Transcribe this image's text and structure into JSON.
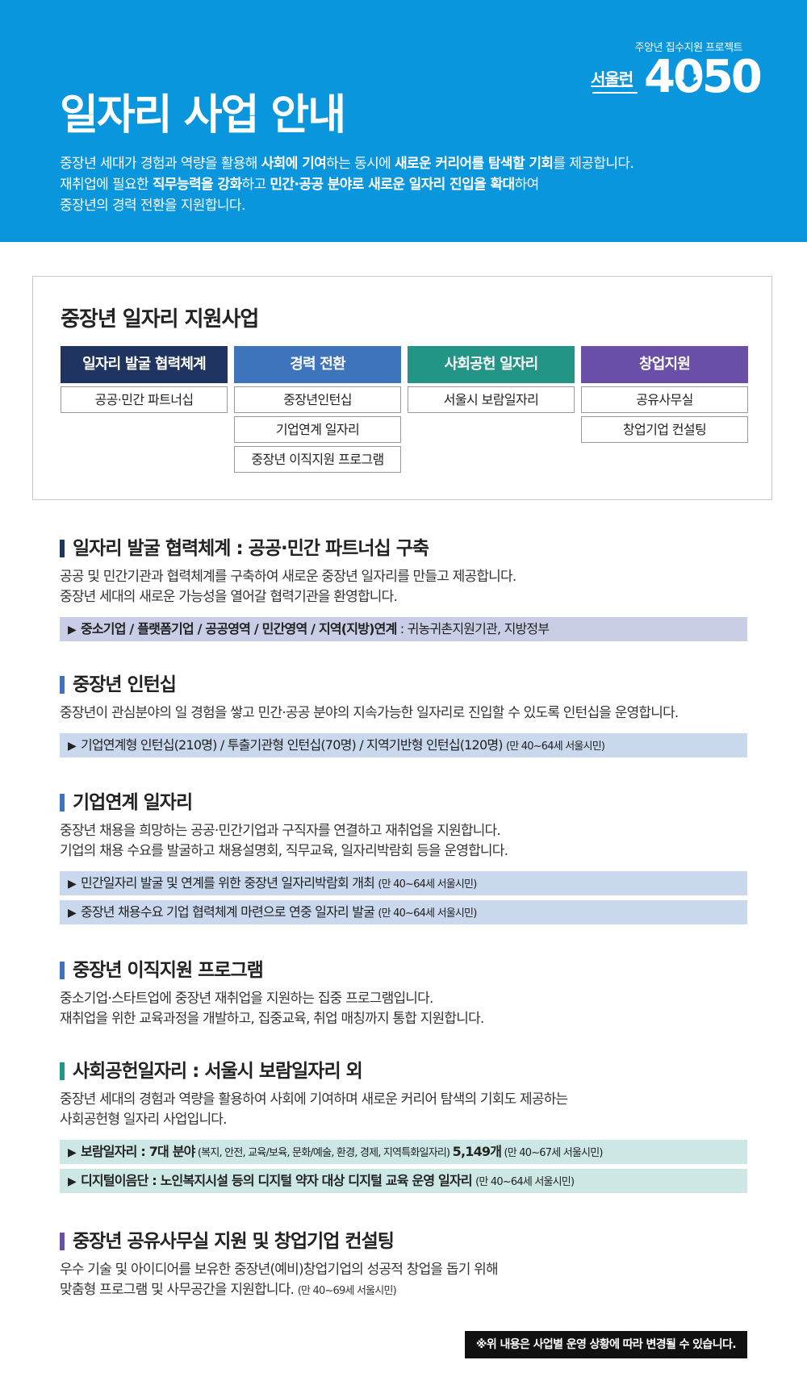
{
  "colors": {
    "hero_bg": "#0a96dd",
    "navy": "#1f3460",
    "blue": "#3e74bb",
    "teal": "#229587",
    "purple": "#6a4fa8",
    "note_lavender": "#c9cde6",
    "note_blue": "#c9d8ec",
    "note_teal": "#cde8e4"
  },
  "logo": {
    "tagline": "주양년 집수지원 프로젝트",
    "name": "서울런",
    "number": "4050"
  },
  "hero": {
    "title": "일자리 사업 안내",
    "intro_line1": {
      "t1": "중장년 세대가 경험과 역량을 활용해 ",
      "b1": "사회에 기여",
      "t2": "하는 동시에 ",
      "b2": "새로운 커리어를 탐색할 기회",
      "t3": "를 제공합니다."
    },
    "intro_line2": {
      "t1": "재취업에 필요한 ",
      "b1": "직무능력을 강화",
      "t2": "하고 ",
      "b2": "민간·공공 분야로 새로운 일자리 진입을 확대",
      "t3": "하여"
    },
    "intro_line3": "중장년의 경력 전환을 지원합니다."
  },
  "overview": {
    "title": "중장년 일자리 지원사업",
    "columns": [
      {
        "header": "일자리 발굴 협력체계",
        "items": [
          "공공·민간 파트너십"
        ]
      },
      {
        "header": "경력 전환",
        "items": [
          "중장년인턴십",
          "기업연계 일자리",
          "중장년 이직지원 프로그램"
        ]
      },
      {
        "header": "사회공헌 일자리",
        "items": [
          "서울시 보람일자리"
        ]
      },
      {
        "header": "창업지원",
        "items": [
          "공유사무실",
          "창업기업 컨설팅"
        ]
      }
    ]
  },
  "sections": [
    {
      "title": "일자리 발굴 협력체계 : 공공·민간 파트너십 구축",
      "desc": [
        "공공 및 민간기관과 협력체계를 구축하여 새로운 중장년 일자리를 만들고 제공합니다.",
        "중장년 세대의 새로운 가능성을 열어갈 협력기관을 환영합니다."
      ],
      "notes": [
        {
          "arrow": "▶",
          "bold": "중소기업 / 플랫폼기업 / 공공영역 / 민간영역 / 지역(지방)연계",
          "text": " : 귀농귀촌지원기관, 지방정부",
          "small": ""
        }
      ]
    },
    {
      "title": "중장년 인턴십",
      "desc": [
        "중장년이 관심분야의 일 경험을 쌓고 민간·공공 분야의 지속가능한 일자리로 진입할 수 있도록 인턴십을 운영합니다."
      ],
      "notes": [
        {
          "arrow": "▶",
          "bold": "",
          "text": "기업연계형 인턴십(210명) / 투출기관형 인턴십(70명) / 지역기반형 인턴십(120명) ",
          "small": "(만 40~64세 서울시민)"
        }
      ]
    },
    {
      "title": "기업연계 일자리",
      "desc": [
        "중장년 채용을 희망하는 공공·민간기업과 구직자를 연결하고 재취업을 지원합니다.",
        "기업의 채용 수요를 발굴하고 채용설명회, 직무교육, 일자리박람회 등을 운영합니다."
      ],
      "notes": [
        {
          "arrow": "▶",
          "bold": "",
          "text": "민간일자리 발굴 및 연계를 위한 중장년 일자리박람회 개최 ",
          "small": "(만 40~64세 서울시민)"
        },
        {
          "arrow": "▶",
          "bold": "",
          "text": "중장년 채용수요 기업 협력체계 마련으로 연중 일자리 발굴 ",
          "small": "(만 40~64세 서울시민)"
        }
      ]
    },
    {
      "title": "중장년 이직지원 프로그램",
      "desc": [
        "중소기업·스타트업에 중장년 재취업을 지원하는 집중 프로그램입니다.",
        "재취업을 위한 교육과정을 개발하고, 집중교육, 취업 매칭까지 통합 지원합니다."
      ],
      "notes": []
    },
    {
      "title": "사회공헌일자리 : 서울시 보람일자리 외",
      "desc": [
        "중장년 세대의 경험과 역량을 활용하여 사회에 기여하며 새로운 커리어 탐색의 기회도 제공하는",
        "사회공헌형 일자리 사업입니다."
      ],
      "notes": [
        {
          "arrow": "▶",
          "bold": "보람일자리 : 7대 분야",
          "text": " (복지, 안전, 교육/보육, 문화/예술, 환경, 경제, 지역특화일자리) ",
          "bold2": "5,149개",
          "small": " (만 40~67세 서울시민)"
        },
        {
          "arrow": "▶",
          "bold": "디지털이음단 : 노인복지시설 등의 디지털 약자 대상 디지털 교육 운영 일자리",
          "text": " ",
          "small": "(만 40~64세 서울시민)"
        }
      ]
    },
    {
      "title": "중장년 공유사무실 지원 및 창업기업 컨설팅",
      "desc": [
        "우수 기술 및 아이디어를 보유한 중장년(예비)창업기업의 성공적 창업을 돕기 위해"
      ],
      "desc_last": {
        "text": "맞춤형 프로그램 및 사무공간을 지원합니다. ",
        "small": "(만 40~69세 서울시민)"
      },
      "notes": []
    }
  ],
  "disclaimer": "※위 내용은 사업별 운영 상황에 따라 변경될 수 있습니다."
}
